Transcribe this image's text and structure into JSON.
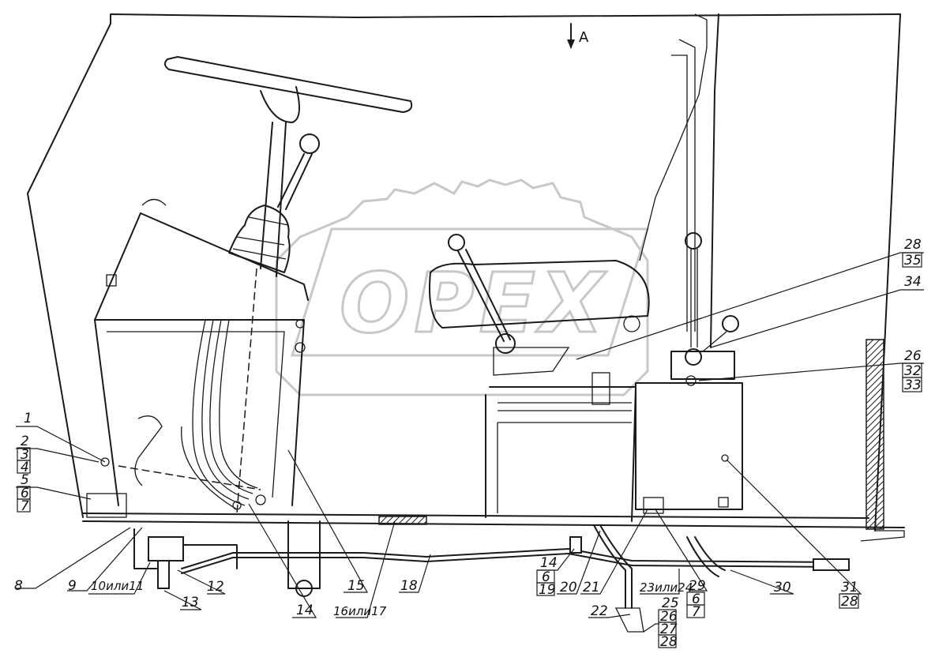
{
  "view_label": "A",
  "watermark": "OPEX",
  "callouts": [
    {
      "id": "c1",
      "lines": [
        "1"
      ]
    },
    {
      "id": "c2",
      "lines": [
        "2",
        "3",
        "4"
      ]
    },
    {
      "id": "c5",
      "lines": [
        "5",
        "6",
        "7"
      ]
    },
    {
      "id": "c8",
      "lines": [
        "8"
      ]
    },
    {
      "id": "c9",
      "lines": [
        "9"
      ]
    },
    {
      "id": "c10",
      "lines": [
        "10или11"
      ]
    },
    {
      "id": "c12",
      "lines": [
        "12"
      ]
    },
    {
      "id": "c13",
      "lines": [
        "13"
      ]
    },
    {
      "id": "c14a",
      "lines": [
        "14"
      ]
    },
    {
      "id": "c15",
      "lines": [
        "15"
      ]
    },
    {
      "id": "c16",
      "lines": [
        "16или17"
      ]
    },
    {
      "id": "c18",
      "lines": [
        "18"
      ]
    },
    {
      "id": "c14b",
      "lines": [
        "14",
        "6",
        "19"
      ]
    },
    {
      "id": "c20",
      "lines": [
        "20"
      ]
    },
    {
      "id": "c21",
      "lines": [
        "21"
      ]
    },
    {
      "id": "c22",
      "lines": [
        "22"
      ]
    },
    {
      "id": "c23",
      "lines": [
        "23или24"
      ]
    },
    {
      "id": "c25",
      "lines": [
        "25",
        "26",
        "27",
        "28"
      ]
    },
    {
      "id": "c29",
      "lines": [
        "29",
        "6",
        "7"
      ]
    },
    {
      "id": "c30",
      "lines": [
        "30"
      ]
    },
    {
      "id": "c31",
      "lines": [
        "31",
        "28"
      ]
    },
    {
      "id": "c28",
      "lines": [
        "28",
        "35"
      ]
    },
    {
      "id": "c34",
      "lines": [
        "34"
      ]
    },
    {
      "id": "c26",
      "lines": [
        "26",
        "32",
        "33"
      ]
    }
  ]
}
